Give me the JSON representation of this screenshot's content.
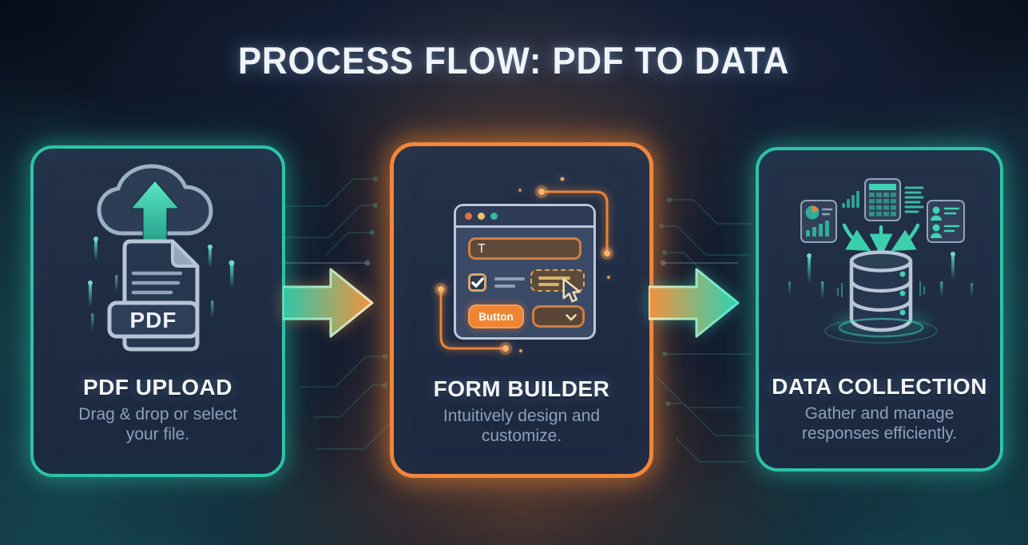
{
  "title": "PROCESS FLOW: PDF TO DATA",
  "colors": {
    "background": "#131c30",
    "card_fill": "#1f2b44",
    "teal_accent": "#2dc3a7",
    "orange_accent": "#f0863a",
    "title_text": "#f0f4fa",
    "subtitle_text": "#8da0bb",
    "arrow_gradient_1": [
      "#2fc7a9",
      "#f2923c"
    ],
    "arrow_gradient_2": [
      "#f2923c",
      "#2fd3b2"
    ]
  },
  "steps": [
    {
      "key": "pdf-upload",
      "title": "PDF UPLOAD",
      "subtitle_line1": "Drag & drop or select",
      "subtitle_line2": "your file.",
      "icon": "cloud-upload-pdf-icon",
      "badge_label": "PDF",
      "accent_color": "#2dc3a7"
    },
    {
      "key": "form-builder",
      "title": "FORM BUILDER",
      "subtitle_line1": "Intuitively design and",
      "subtitle_line2": "customize.",
      "icon": "form-window-icon",
      "accent_color": "#f0863a",
      "window": {
        "input_text": "T",
        "button_label": "Button"
      }
    },
    {
      "key": "data-collection",
      "title": "DATA COLLECTION",
      "subtitle_line1": "Gather and manage",
      "subtitle_line2": "responses efficiently.",
      "icon": "database-collect-icon",
      "accent_color": "#2dc3a7"
    }
  ]
}
